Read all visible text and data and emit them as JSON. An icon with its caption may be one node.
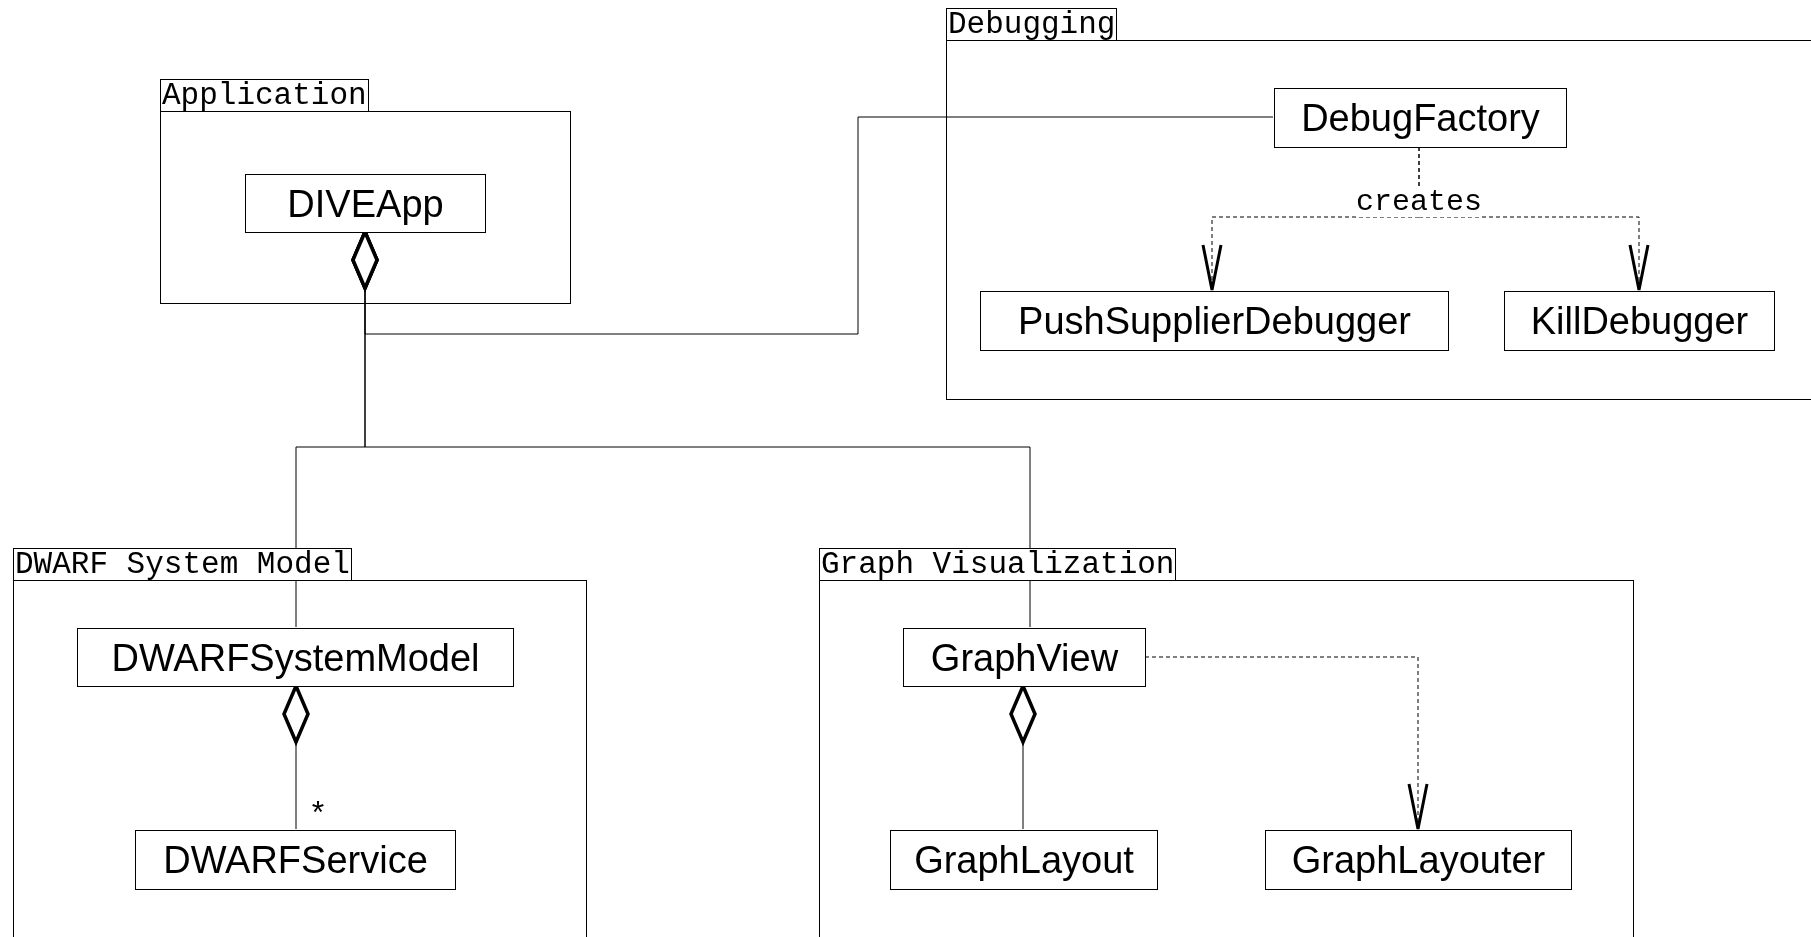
{
  "diagram": {
    "nodes": [
      {
        "text": [
          "Application"
        ]
      },
      {
        "text": [
          "DIVEApp"
        ],
        "in": 0
      },
      {
        "text": [
          "Debugging"
        ]
      },
      {
        "text": [
          "DebugFactory"
        ],
        "in": 2
      },
      {
        "text": [
          "PushSupplierDebugger"
        ],
        "in": 2
      },
      {
        "text": [
          "KillDebugger"
        ],
        "in": 2
      },
      {
        "text": [
          "DWARF System Model"
        ]
      },
      {
        "text": [
          "DWARFSystemModel"
        ],
        "in": 6
      },
      {
        "text": [
          "DWARFService"
        ],
        "in": 6
      },
      {
        "text": [
          "Graph Visualization"
        ]
      },
      {
        "text": [
          "GraphView"
        ],
        "in": 9
      },
      {
        "text": [
          "GraphLayout"
        ],
        "in": 9
      },
      {
        "text": [
          "GraphLayouter"
        ],
        "in": 9
      }
    ],
    "edges": [
      {
        "from": 1,
        "to": 3,
        "arrow": "other"
      },
      {
        "from": 1,
        "to": 7,
        "arrow": "other"
      },
      {
        "from": 1,
        "to": 10,
        "arrow": "other"
      },
      {
        "from": 7,
        "to": 8,
        "arrow": "other",
        "label": "*"
      },
      {
        "from": 10,
        "to": 11,
        "arrow": "other"
      },
      {
        "from": 3,
        "to": 4,
        "arrow": "to",
        "style": "dashed",
        "label": "creates"
      },
      {
        "from": 3,
        "to": 5,
        "arrow": "to",
        "style": "dashed"
      },
      {
        "from": 10,
        "to": 12,
        "arrow": "to",
        "style": "dashed"
      }
    ]
  }
}
